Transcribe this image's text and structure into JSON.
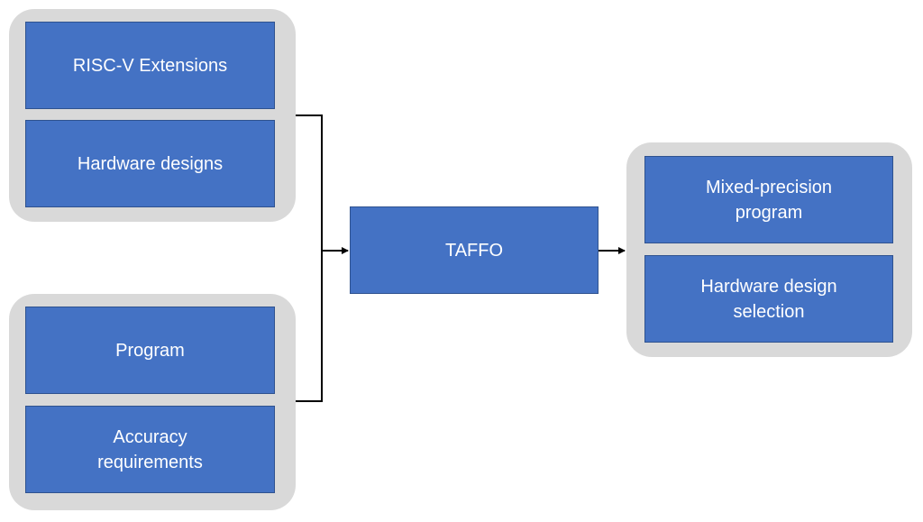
{
  "diagram": {
    "inputs_top": {
      "item_1": "RISC-V Extensions",
      "item_2": "Hardware designs"
    },
    "inputs_bottom": {
      "item_1": "Program",
      "item_2": "Accuracy requirements"
    },
    "center": {
      "label": "TAFFO"
    },
    "outputs": {
      "item_1": "Mixed-precision program",
      "item_2": "Hardware design selection"
    },
    "colors": {
      "box_fill": "#4472c4",
      "box_border": "#2f528f",
      "group_fill": "#d9d9d9",
      "text": "#ffffff",
      "connector": "#000000"
    }
  }
}
